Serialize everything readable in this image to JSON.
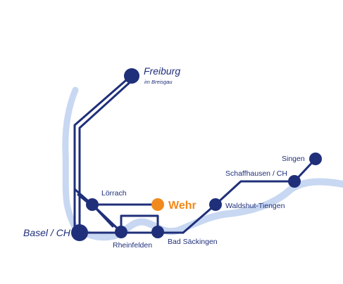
{
  "colors": {
    "route": "#1f2f7a",
    "river": "#c8d8f2",
    "home": "#f08a1c",
    "label": "#1f2f7a",
    "background": "#ffffff"
  },
  "stations": {
    "freiburg": {
      "name": "Freiburg",
      "sub": "im Breisgau"
    },
    "basel": {
      "name": "Basel / CH"
    },
    "loerrach": {
      "name": "Lörrach"
    },
    "wehr": {
      "name": "Wehr"
    },
    "rheinfelden": {
      "name": "Rheinfelden"
    },
    "bad_saeckingen": {
      "name": "Bad Säckingen"
    },
    "waldshut": {
      "name": "Waldshut-Tiengen"
    },
    "schaffhausen": {
      "name": "Schaffhausen / CH"
    },
    "singen": {
      "name": "Singen"
    }
  }
}
